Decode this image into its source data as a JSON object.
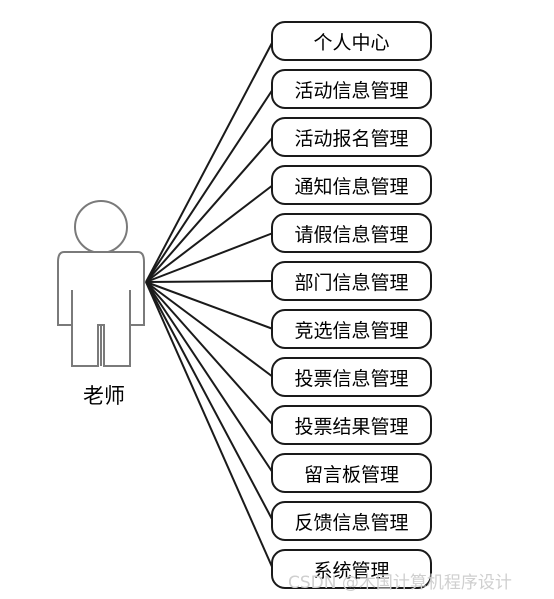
{
  "actor": {
    "label": "老师"
  },
  "use_cases": [
    "个人中心",
    "活动信息管理",
    "活动报名管理",
    "通知信息管理",
    "请假信息管理",
    "部门信息管理",
    "竞选信息管理",
    "投票信息管理",
    "投票结果管理",
    "留言板管理",
    "反馈信息管理",
    "系统管理"
  ],
  "watermark": "CSDN @木国计算机程序设计",
  "colors": {
    "stroke": "#1a1a1a",
    "actor_fill": "#ffffff",
    "actor_stroke": "#7a7a7a"
  }
}
